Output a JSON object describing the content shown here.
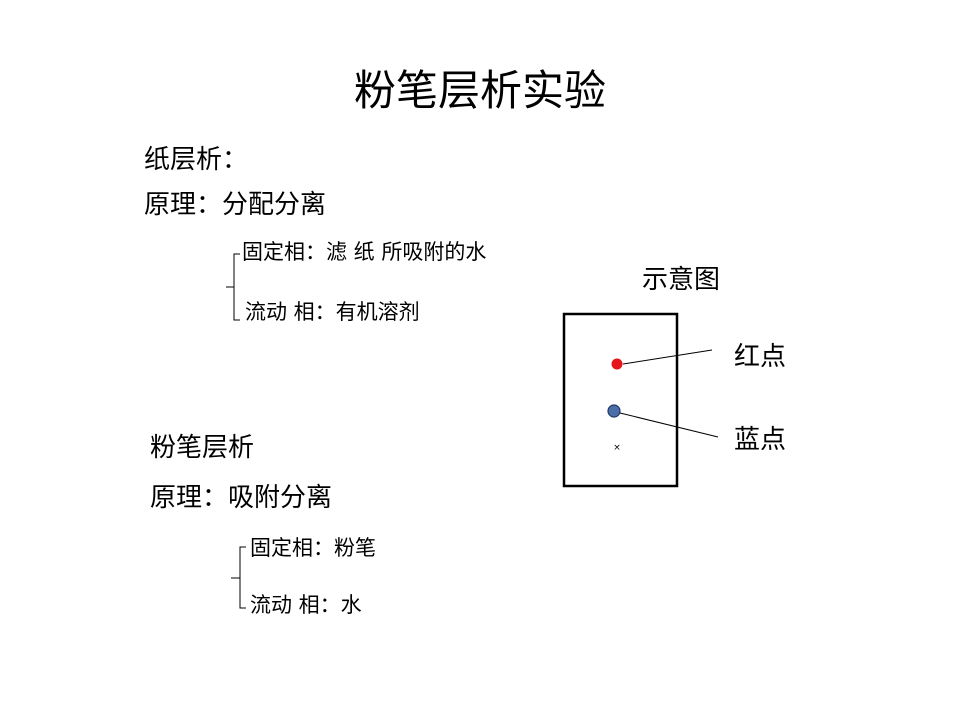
{
  "slide": {
    "title": "粉笔层析实验",
    "paper": {
      "heading": "纸层析：",
      "principle": "原理：分配分离",
      "stationary": "固定相：滤 纸 所吸附的水",
      "mobile": "流动 相：有机溶剂"
    },
    "chalk": {
      "heading": "粉笔层析",
      "principle": "原理：吸附分离",
      "stationary": "固定相：粉笔",
      "mobile": "流动 相：水"
    },
    "diagram": {
      "caption": "示意图",
      "red_label": "红点",
      "blue_label": "蓝点",
      "origin_mark": "×",
      "colors": {
        "red_dot": "#e8141c",
        "blue_dot": "#4a6fa8",
        "blue_dot_stroke": "#1f3a66",
        "outline": "#000000"
      }
    }
  }
}
